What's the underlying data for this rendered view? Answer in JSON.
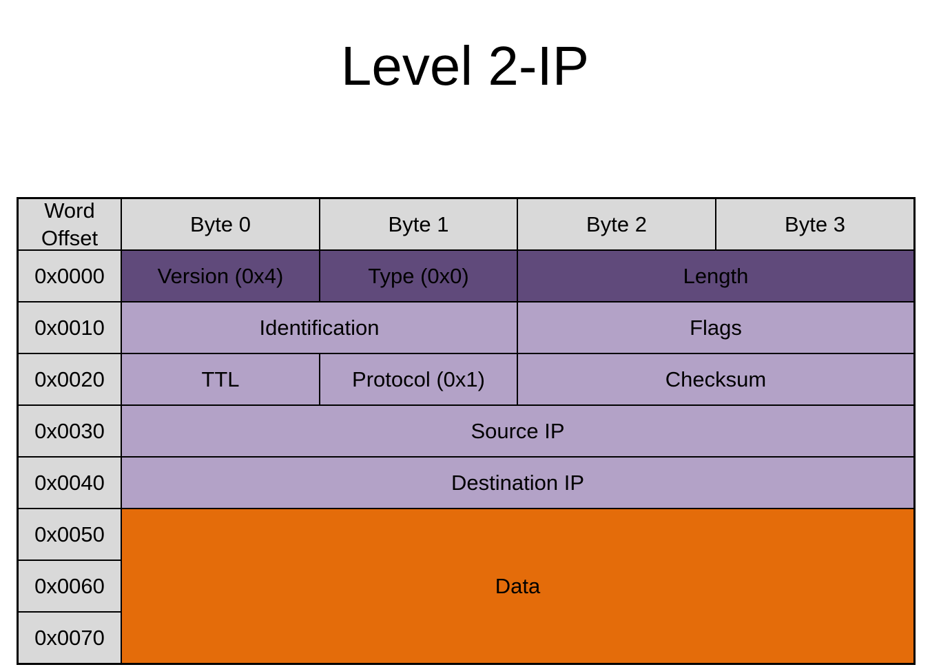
{
  "title": "Level 2-IP",
  "header": {
    "offset_label": "Word Offset",
    "bytes": [
      "Byte 0",
      "Byte 1",
      "Byte 2",
      "Byte 3"
    ]
  },
  "offsets": [
    "0x0000",
    "0x0010",
    "0x0020",
    "0x0030",
    "0x0040",
    "0x0050",
    "0x0060",
    "0x0070"
  ],
  "fields": {
    "version": "Version (0x4)",
    "type": "Type (0x0)",
    "length": "Length",
    "identification": "Identification",
    "flags": "Flags",
    "ttl": "TTL",
    "protocol": "Protocol (0x1)",
    "checksum": "Checksum",
    "source_ip": "Source IP",
    "destination_ip": "Destination IP",
    "data": "Data"
  },
  "colors": {
    "header_fill": "#d9d9d9",
    "first_word_fill": "#604a7b",
    "header_fields_fill": "#b3a2c7",
    "data_fill": "#e46c0a"
  }
}
